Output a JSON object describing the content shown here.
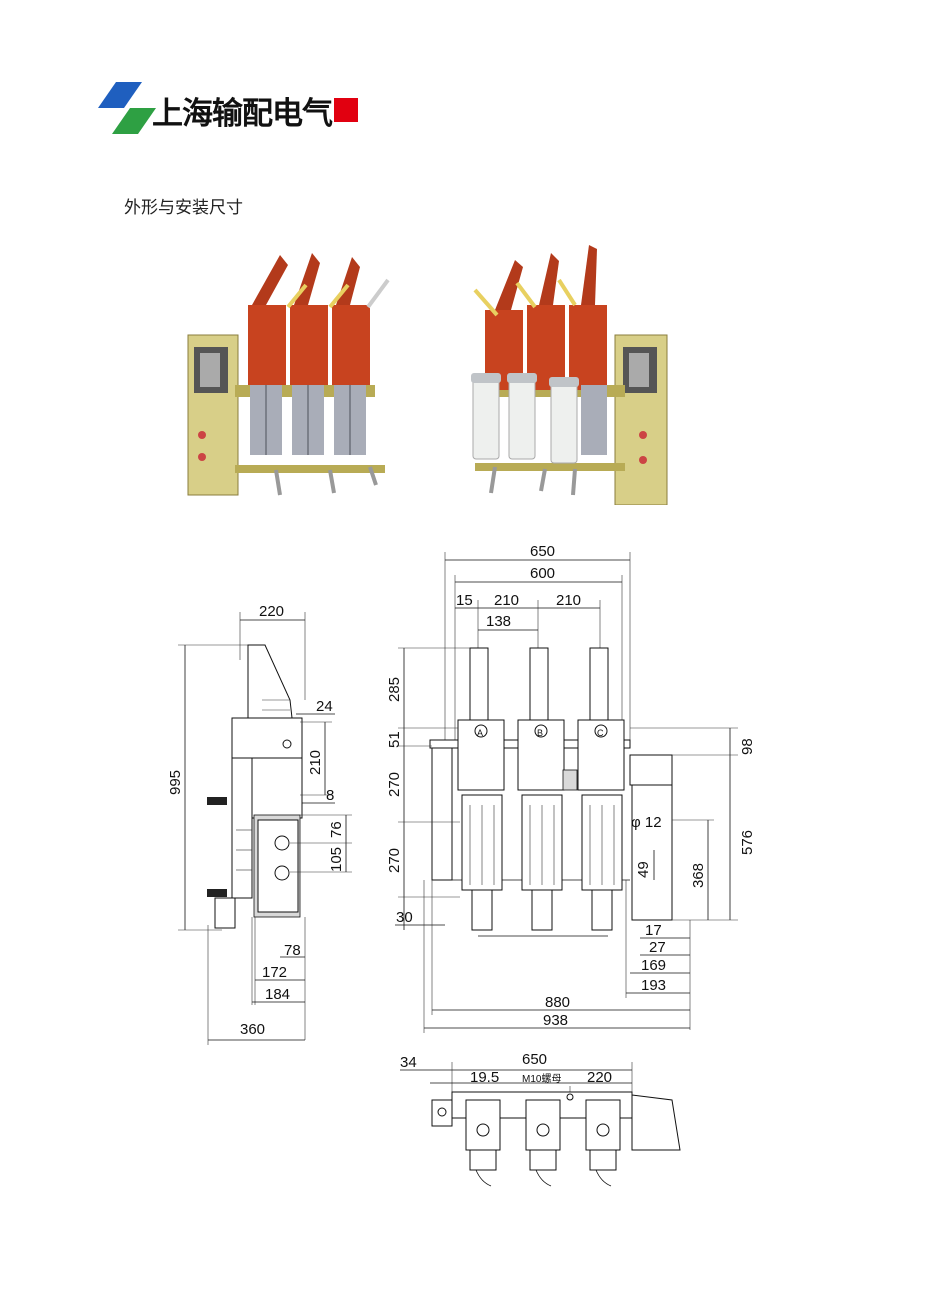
{
  "brand": {
    "name": "上海输配电气",
    "colors": {
      "blue": "#1f5fbf",
      "green": "#2ea043",
      "red": "#e10010"
    }
  },
  "section_title": "外形与安装尺寸",
  "photos": {
    "left": "switch-front-view-photo",
    "right": "switch-rear-view-photo"
  },
  "drawings": {
    "side_view": {
      "width_top": "220",
      "height_total": "995",
      "d24": "24",
      "d210": "210",
      "d8": "8",
      "d76": "76",
      "d105": "105",
      "d78": "78",
      "d172": "172",
      "d184": "184",
      "width_bottom": "360"
    },
    "front_view": {
      "w650": "650",
      "w600": "600",
      "d15": "15",
      "d210a": "210",
      "d210b": "210",
      "d138": "138",
      "h285": "285",
      "h51": "51",
      "h270a": "270",
      "h270b": "270",
      "d30": "30",
      "h98": "98",
      "d12": "φ 12",
      "h576": "576",
      "h49": "49",
      "h368": "368",
      "d17": "17",
      "d27": "27",
      "d169": "169",
      "d193": "193",
      "w880": "880",
      "w938": "938",
      "phase_a": "A",
      "phase_b": "B",
      "phase_c": "C"
    },
    "top_view": {
      "d34": "34",
      "w650": "650",
      "d19_5": "19.5",
      "nut_label": "M10螺母",
      "d220": "220"
    }
  }
}
